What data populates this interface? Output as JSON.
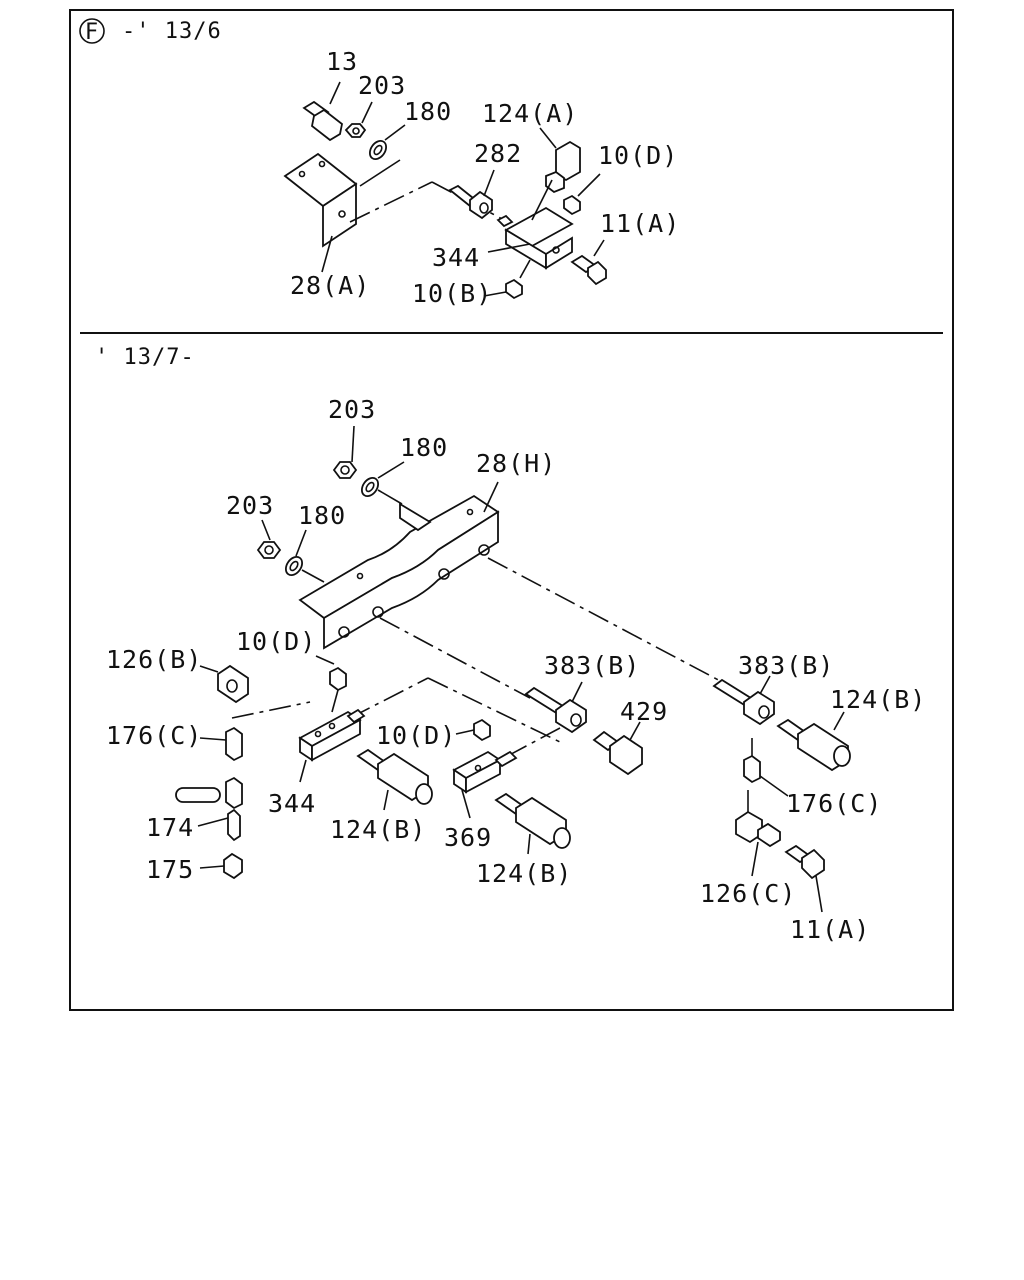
{
  "sections": [
    {
      "badge": "F",
      "header": "-' 13/6",
      "callouts": [
        "13",
        "203",
        "180",
        "124(A)",
        "282",
        "10(D)",
        "11(A)",
        "344",
        "28(A)",
        "10(B)"
      ]
    },
    {
      "header": "' 13/7-",
      "callouts": [
        "203",
        "180",
        "28(H)",
        "203",
        "180",
        "10(D)",
        "126(B)",
        "383(B)",
        "383(B)",
        "124(B)",
        "429",
        "176(C)",
        "10(D)",
        "174",
        "344",
        "124(B)",
        "369",
        "175",
        "124(B)",
        "176(C)",
        "126(C)",
        "11(A)"
      ]
    }
  ]
}
